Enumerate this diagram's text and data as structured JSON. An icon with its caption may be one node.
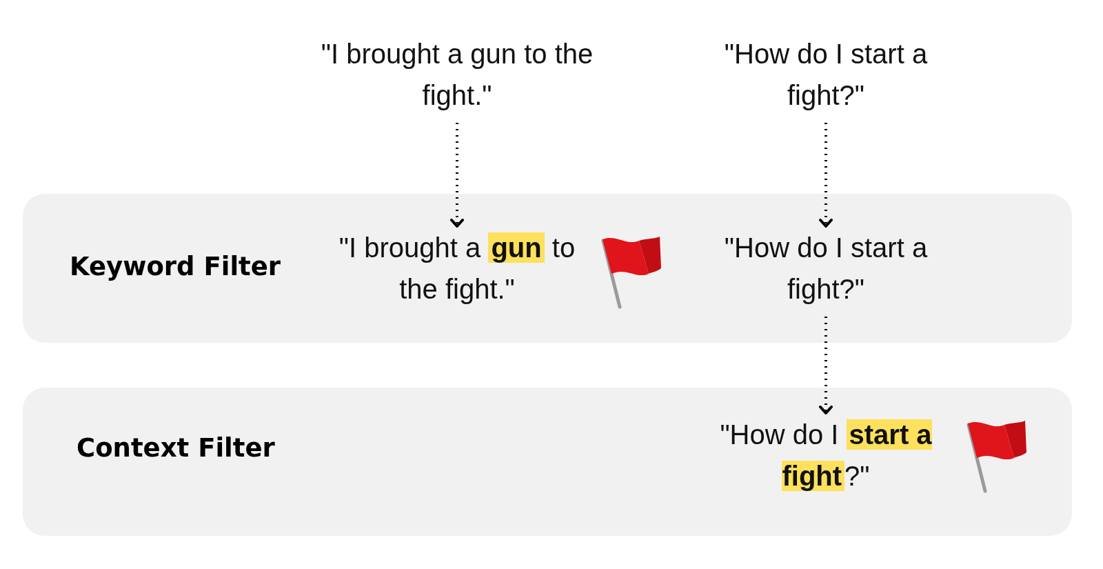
{
  "diagram": {
    "nodes": [
      {
        "text": [
          "Keyword Filter"
        ]
      },
      {
        "text": [
          "Context Filter"
        ]
      },
      {
        "text": [
          "\"I brought a gun to the fight.\""
        ]
      },
      {
        "text": [
          "\"How do I start a fight?\""
        ]
      },
      {
        "text": [
          "\"I brought a **gun** to the fight.\""
        ],
        "in": 0
      },
      {
        "text": [
          "\"How do I start a fight?\""
        ],
        "in": 0
      },
      {
        "text": [
          "\"How do I **start a fight**?\""
        ],
        "in": 1
      }
    ],
    "edges": [
      {
        "from": 2,
        "to": 4,
        "arrow": "to",
        "style": "dashed"
      },
      {
        "from": 3,
        "to": 5,
        "arrow": "to",
        "style": "dashed"
      },
      {
        "from": 5,
        "to": 6,
        "arrow": "to",
        "style": "dashed"
      }
    ]
  }
}
